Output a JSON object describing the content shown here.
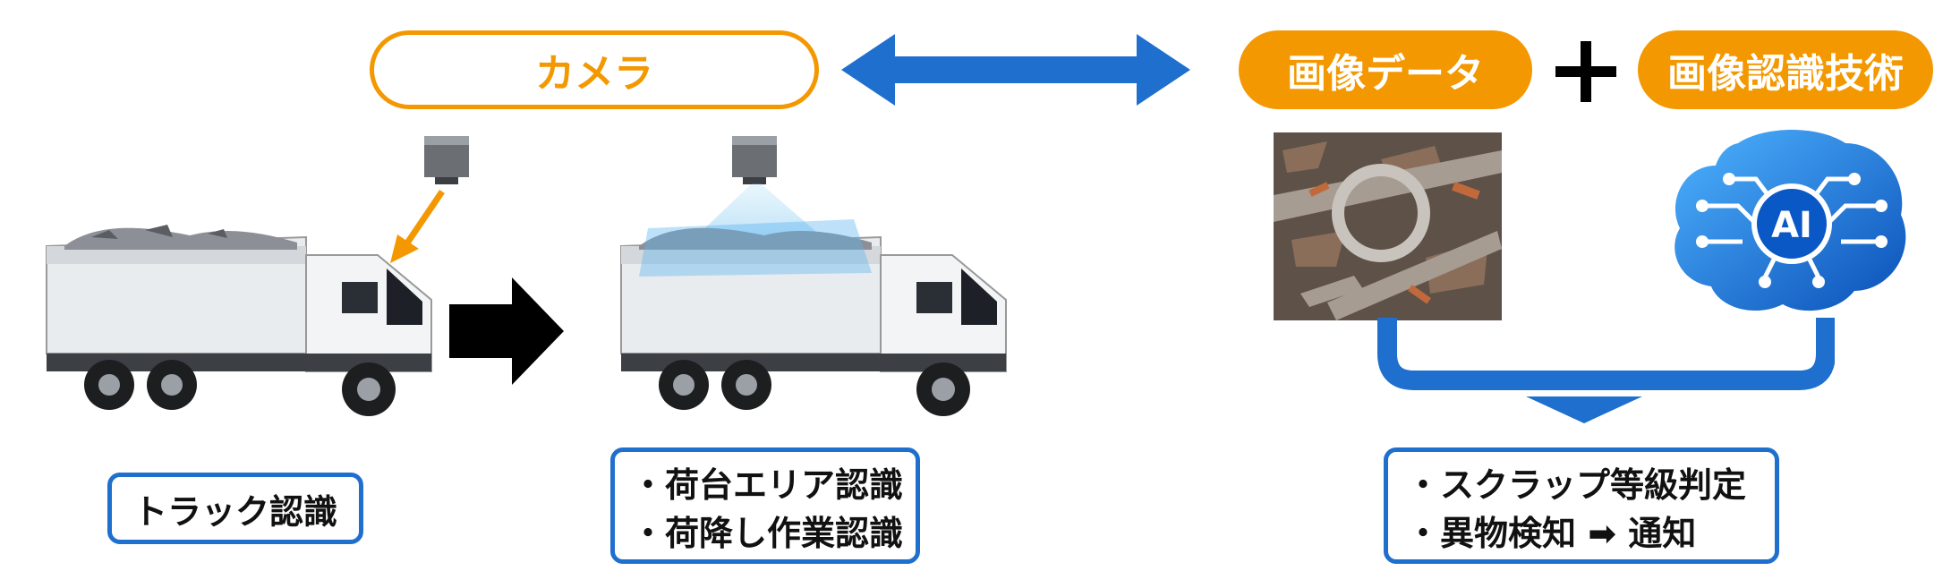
{
  "camera_label": "カメラ",
  "image_data_label": "画像データ",
  "recognition_tech_label": "画像認識技術",
  "plus_symbol": "＋",
  "ai_label": "AI",
  "truck_box": "トラック認識",
  "bed_box": {
    "line1": "・荷台エリア認識",
    "line2": "・荷降し作業認識"
  },
  "result_box": {
    "line1": "・スクラップ等級判定",
    "line2": "・異物検知 ➡ 通知"
  },
  "colors": {
    "orange": "#f39800",
    "blue": "#1f6fce",
    "black": "#000000"
  }
}
